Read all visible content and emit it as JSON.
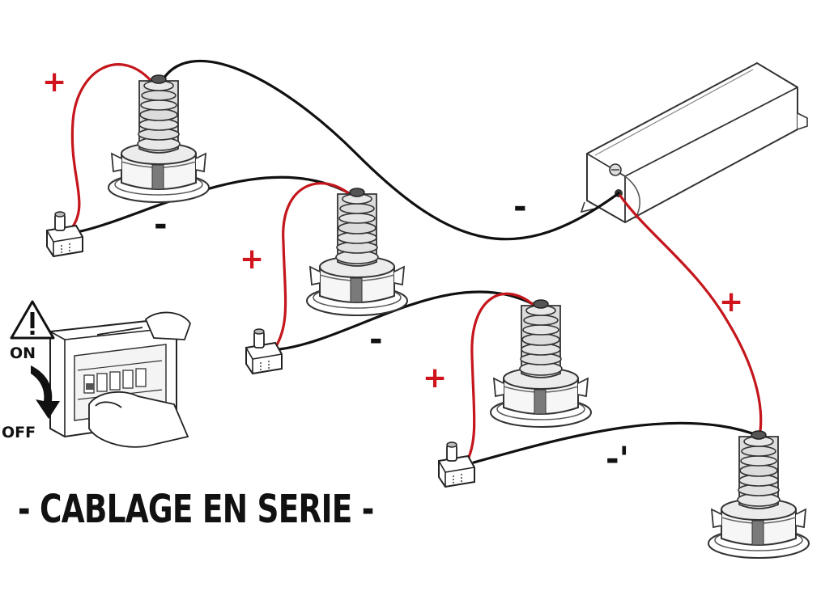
{
  "title": "- CABLAGE EN SERIE -",
  "switch": {
    "on_label": "ON",
    "off_label": "OFF"
  },
  "polarity": {
    "plus": "+",
    "minus": "-",
    "minus_last": "-'"
  },
  "colors": {
    "positive_wire": "#c4161c",
    "negative_wire": "#111111",
    "plus_sign": "#d0141e"
  },
  "icons": [
    "spotlight-icon",
    "terminal-block-icon",
    "led-driver-icon",
    "warning-icon",
    "circuit-breaker-icon",
    "hand-icon",
    "arrow-down-icon"
  ]
}
